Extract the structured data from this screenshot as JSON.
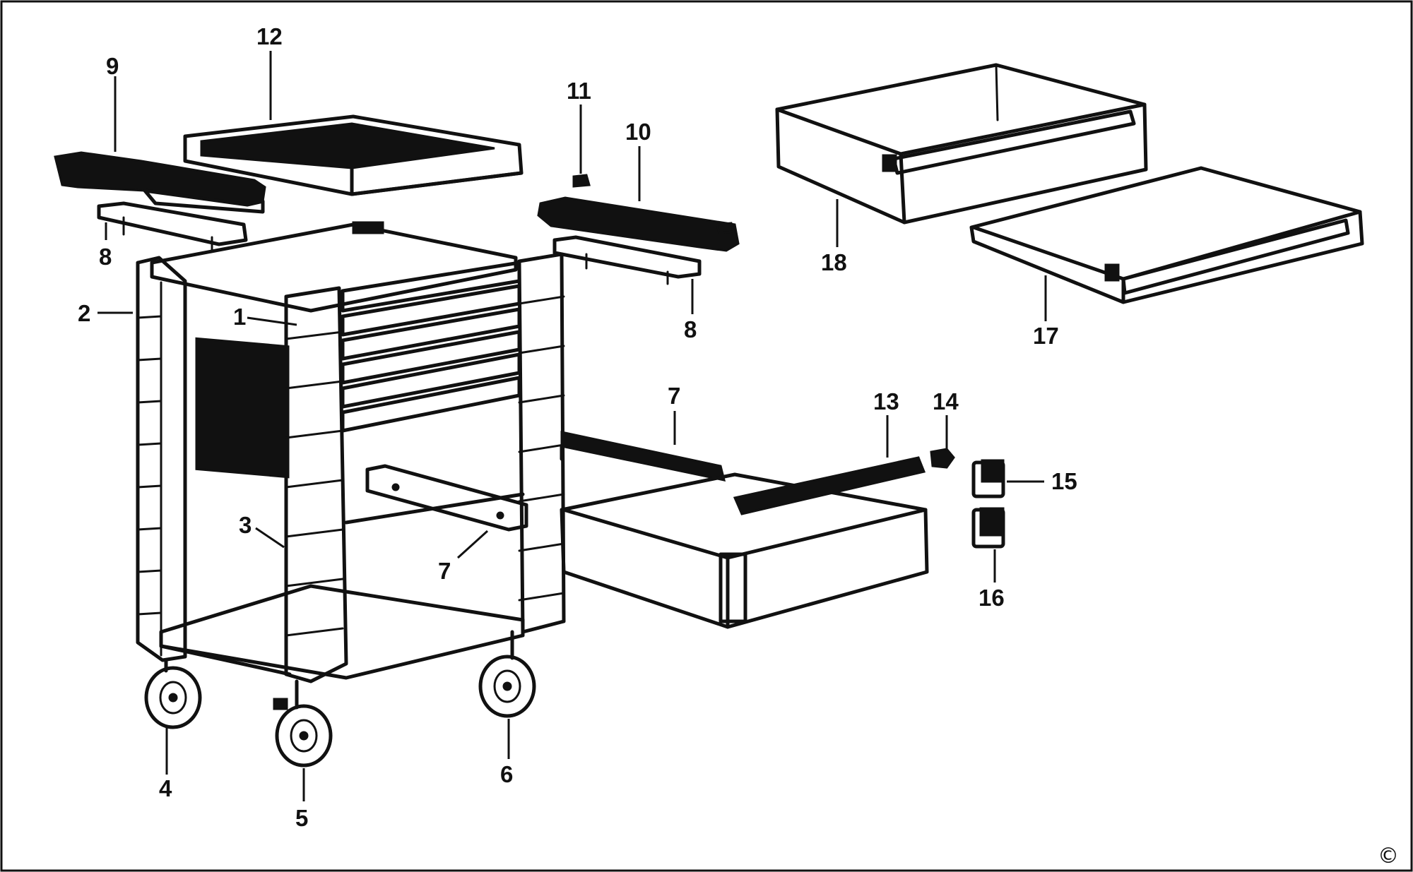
{
  "diagram": {
    "type": "exploded-parts-view",
    "colors": {
      "ink": "#111111",
      "background": "#ffffff"
    },
    "labels": [
      "1",
      "2",
      "3",
      "4",
      "5",
      "6",
      "7",
      "7",
      "8",
      "8",
      "9",
      "10",
      "11",
      "12",
      "13",
      "14",
      "15",
      "16",
      "17",
      "18"
    ],
    "copyright": "©"
  }
}
